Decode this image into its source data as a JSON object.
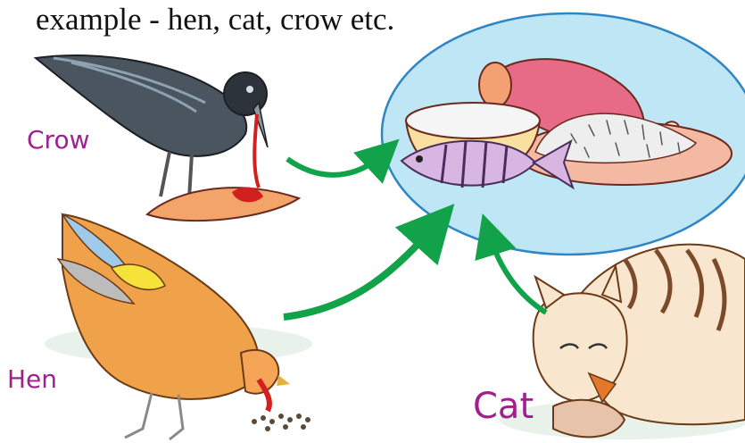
{
  "caption": "example - hen, cat, crow etc.",
  "labels": {
    "crow": "Crow",
    "hen": "Hen",
    "cat": "Cat"
  },
  "colors": {
    "label": "#a0208f",
    "arrow": "#12a34a",
    "bubble_fill": "#bfe6f5",
    "bubble_stroke": "#2f86c5"
  },
  "icons": [
    "crow-illustration",
    "hen-illustration",
    "cat-illustration",
    "food-bubble-illustration"
  ]
}
